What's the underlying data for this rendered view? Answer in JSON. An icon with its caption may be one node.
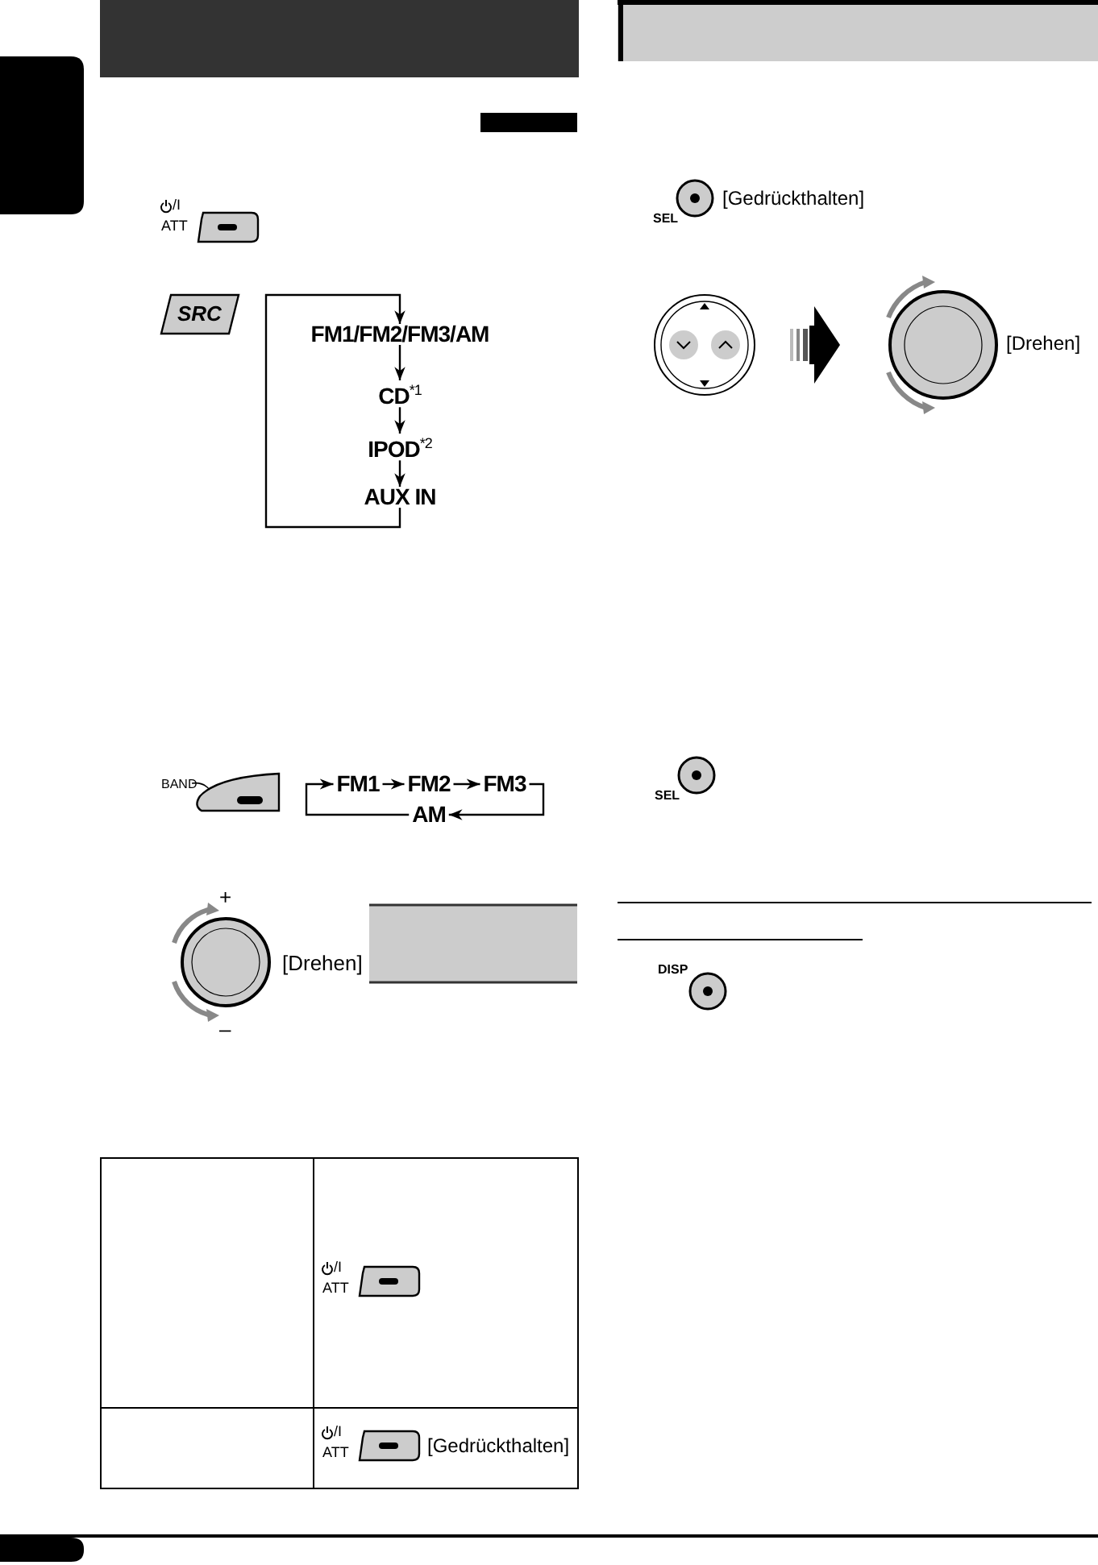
{
  "diagram": {
    "nodes": [
      {
        "text": [
          "FM1/FM2/FM3/AM"
        ]
      },
      {
        "text": [
          "CD$^{*1}$"
        ]
      },
      {
        "text": [
          "IPOD$^{*2}$"
        ]
      },
      {
        "text": [
          "AUX IN"
        ]
      },
      {
        "text": [
          "FM1"
        ]
      },
      {
        "text": [
          "FM2"
        ]
      },
      {
        "text": [
          "FM3"
        ]
      },
      {
        "text": [
          "AM"
        ]
      }
    ],
    "edges": [
      {
        "from": 0,
        "to": 1,
        "arrow": "to"
      },
      {
        "from": 1,
        "to": 2,
        "arrow": "to"
      },
      {
        "from": 2,
        "to": 3,
        "arrow": "to"
      },
      {
        "from": 3,
        "to": 0,
        "arrow": "to"
      },
      {
        "from": 4,
        "to": 5,
        "arrow": "to"
      },
      {
        "from": 5,
        "to": 6,
        "arrow": "to"
      },
      {
        "from": 6,
        "to": 7,
        "arrow": "to"
      },
      {
        "from": 7,
        "to": 4,
        "arrow": "to"
      }
    ],
    "labels": [
      "/I",
      "ATT",
      "SRC",
      "BAND",
      "+",
      "[Drehen]",
      "–",
      "/I",
      "ATT",
      "/I",
      "ATT",
      "[Gedrückthalten]",
      "[Gedrückthalten]",
      "SEL",
      "[Drehen]",
      "SEL",
      "DISP"
    ]
  }
}
